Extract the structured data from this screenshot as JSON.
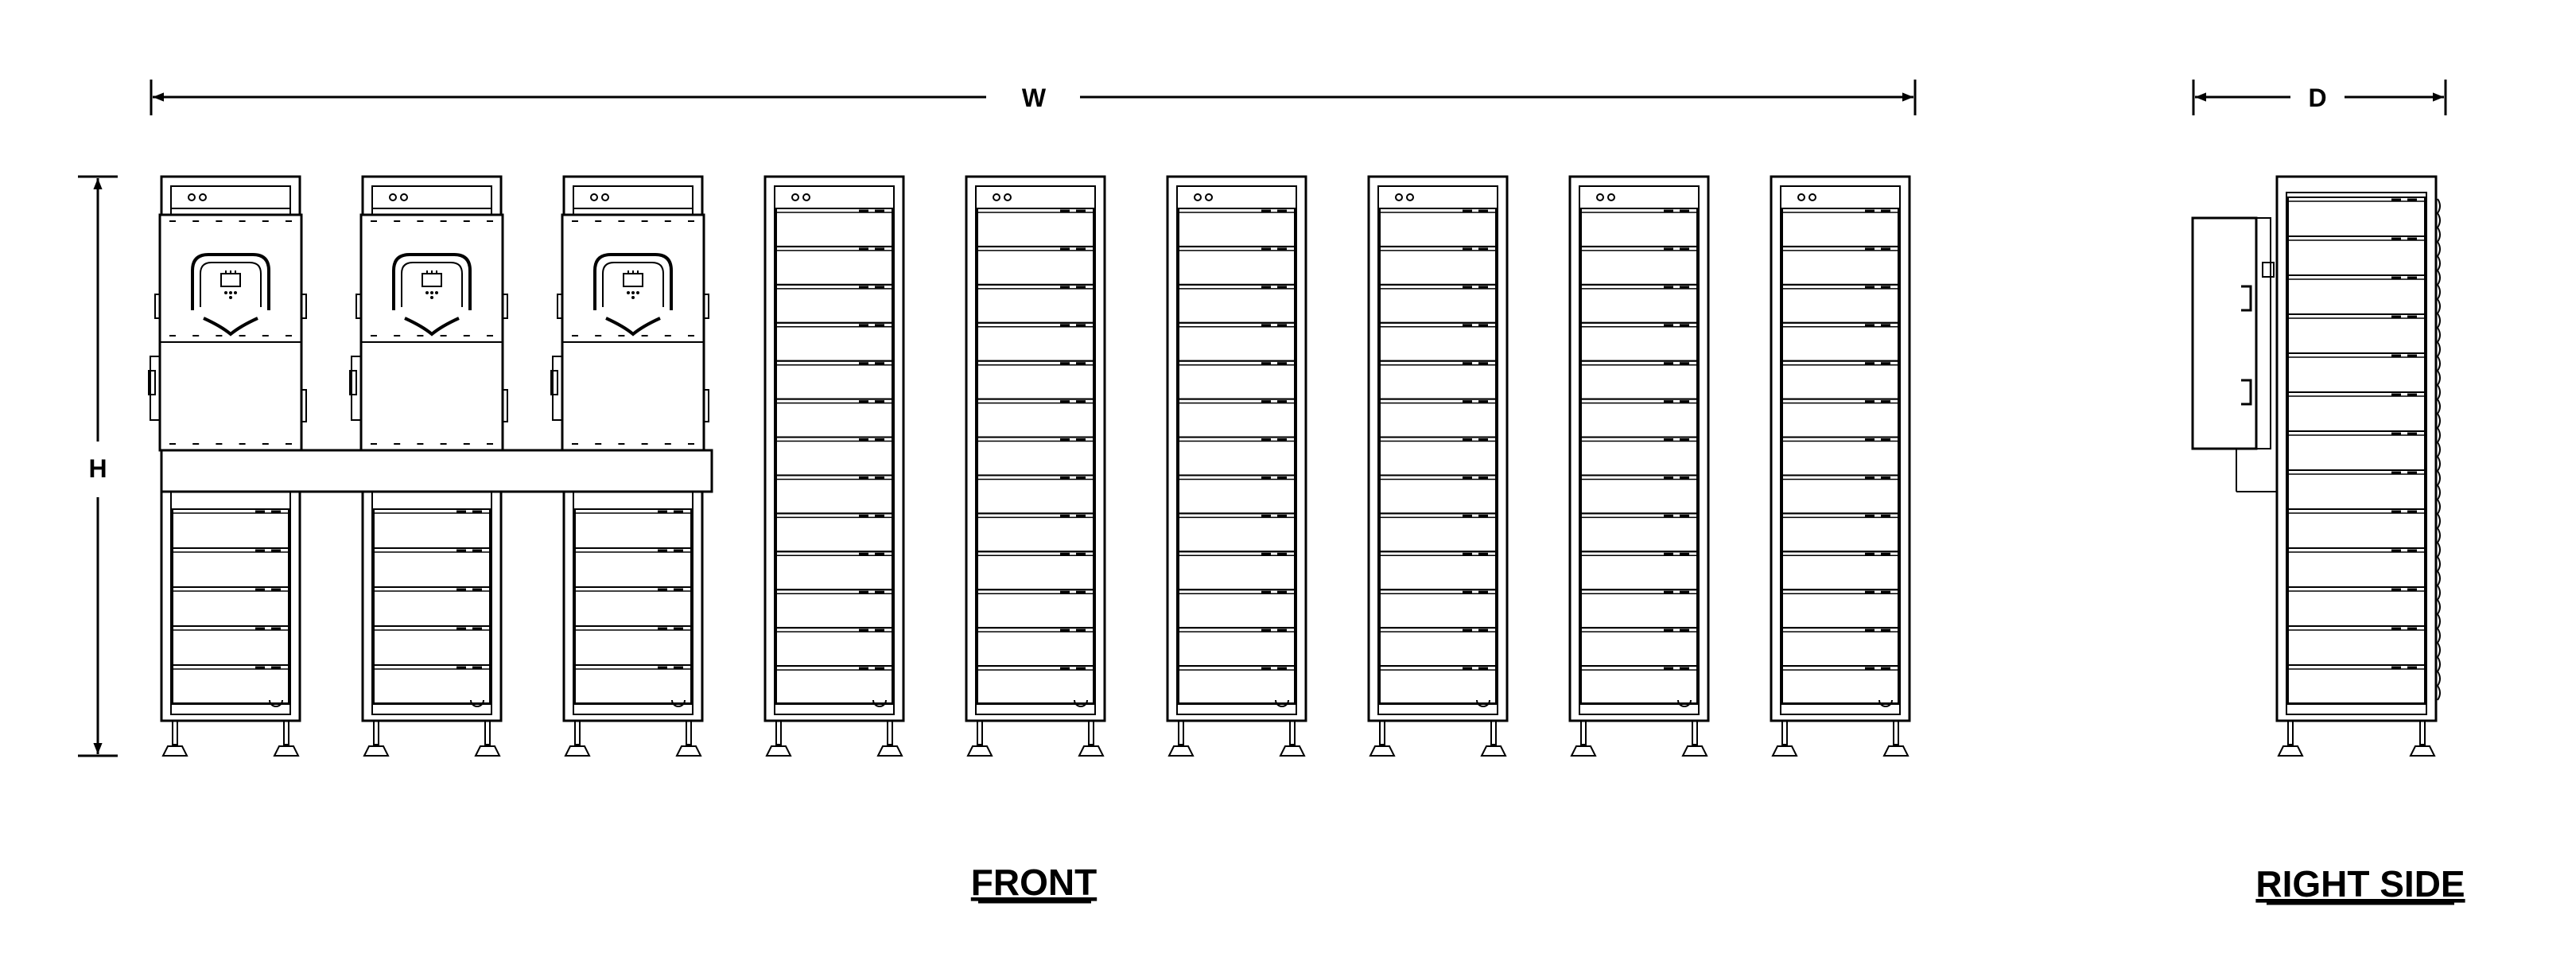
{
  "dimensions": {
    "width_label": "W",
    "height_label": "H",
    "depth_label": "D"
  },
  "views": {
    "front_title": "FRONT",
    "side_title": "RIGHT SIDE"
  },
  "front_view": {
    "cabinets_with_inverter": 3,
    "battery_only_cabinets": 6,
    "modules_per_full_rack": 13,
    "modules_below_inverter": 5
  },
  "side_view": {
    "modules": 13
  },
  "colors": {
    "line": "#000000",
    "background": "#ffffff"
  }
}
